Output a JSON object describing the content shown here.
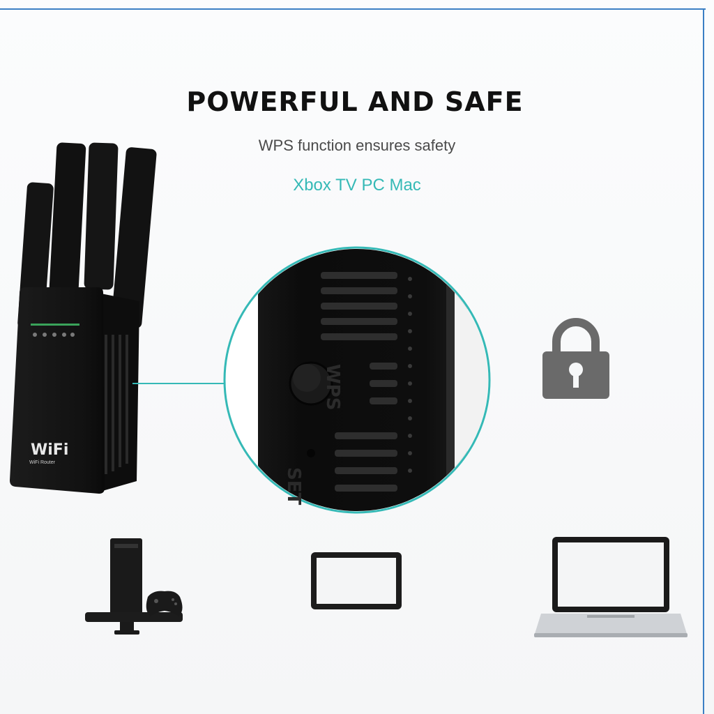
{
  "headline": "POWERFUL AND SAFE",
  "subheadline": "WPS function ensures safety",
  "devices_line": "Xbox TV PC Mac",
  "device_brand": "WiFi",
  "device_model": "WiFi Router",
  "button_label": "WPS",
  "reset_label": "SET",
  "icons": {
    "lock": "lock-icon",
    "console": "game-console-icon",
    "tablet": "tablet-icon",
    "laptop": "laptop-icon"
  },
  "colors": {
    "accent": "#35b9b6",
    "headline": "#111111",
    "text": "#4a4a4a",
    "frame": "#3b7fc4",
    "lock": "#6a6a6a"
  }
}
